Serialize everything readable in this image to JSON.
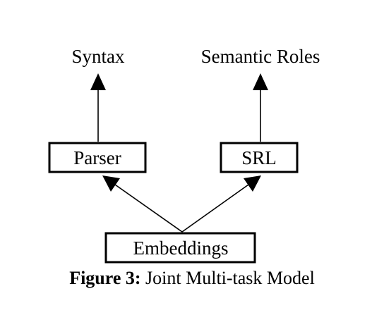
{
  "diagram": {
    "outputs": {
      "syntax": "Syntax",
      "semantic_roles": "Semantic Roles"
    },
    "nodes": {
      "parser": "Parser",
      "srl": "SRL",
      "embeddings": "Embeddings"
    }
  },
  "caption": {
    "label": "Figure 3:",
    "text": " Joint Multi-task Model"
  }
}
